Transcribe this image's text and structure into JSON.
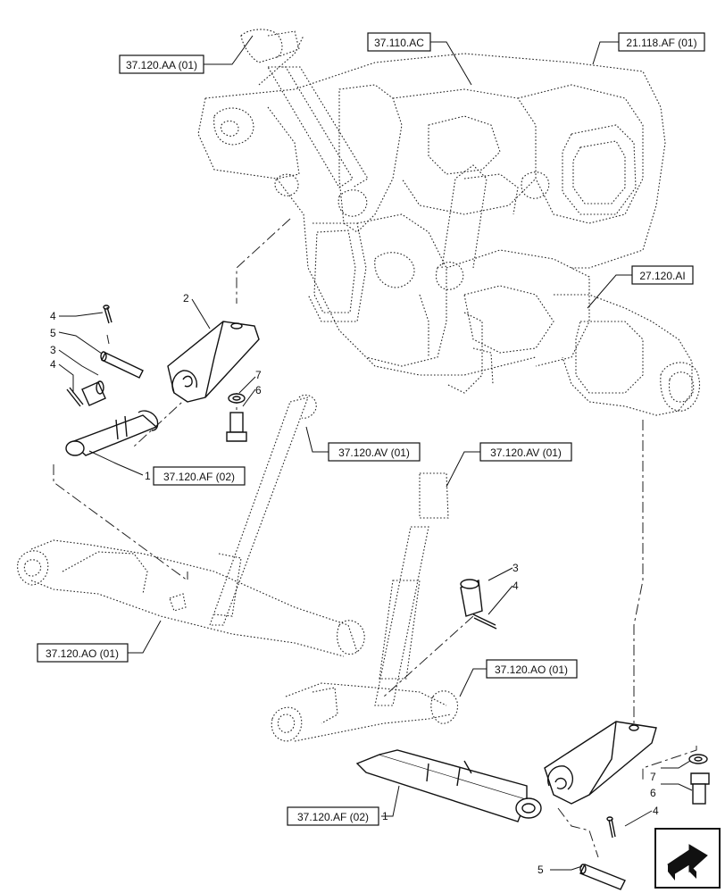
{
  "references": {
    "r_37120aa_01": "37.120.AA (01)",
    "r_37110ac": "37.110.AC",
    "r_21118af_01": "21.118.AF (01)",
    "r_27120ai": "27.120.AI",
    "r_37120af_02_top": "37.120.AF (02)",
    "r_37120av_01_left": "37.120.AV (01)",
    "r_37120av_01_right": "37.120.AV (01)",
    "r_37120ao_01_left": "37.120.AO (01)",
    "r_37120ao_01_right": "37.120.AO (01)",
    "r_37120af_02_bottom": "37.120.AF (02)"
  },
  "callouts": {
    "c1_top": "1",
    "c2": "2",
    "c3_left": "3",
    "c4_left_a": "4",
    "c4_left_b": "4",
    "c5_left": "5",
    "c6_top": "6",
    "c7_top": "7",
    "c3_mid": "3",
    "c4_mid": "4",
    "c1_bottom": "1",
    "c4_bottom": "4",
    "c5_bottom": "5",
    "c6_bottom": "6",
    "c7_bottom": "7"
  },
  "icons": {
    "navigation": "next-page-arrow-icon"
  }
}
